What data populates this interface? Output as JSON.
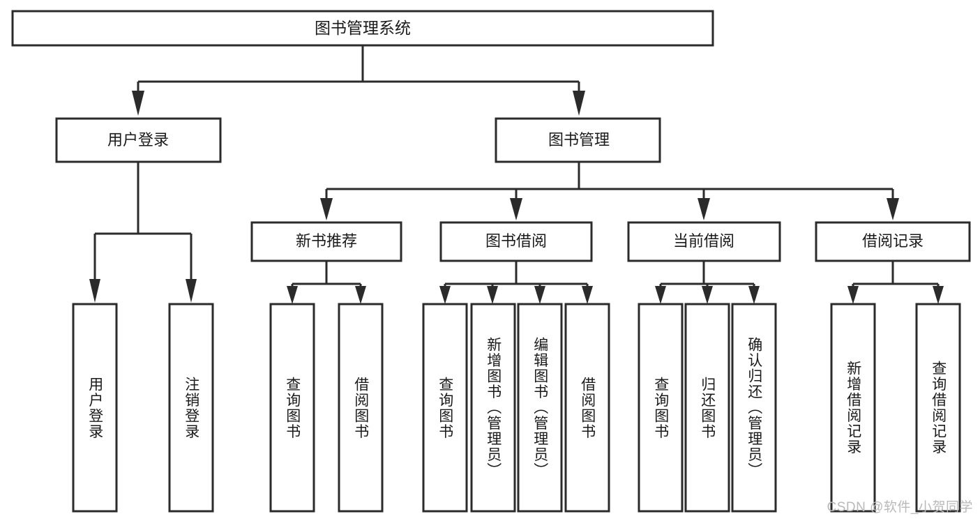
{
  "diagram": {
    "title": "图书管理系统",
    "type": "tree",
    "watermark": "CSDN @软件_小贺同学",
    "colors": {
      "stroke": "#2b2b2b",
      "box_fill": "#ffffff",
      "text": "#1a1a1a",
      "background": "#ffffff",
      "watermark": "#b9b9b9"
    },
    "levels": {
      "root": [
        "图书管理系统"
      ],
      "level2": [
        "用户登录",
        "图书管理"
      ],
      "level3": [
        "新书推荐",
        "图书借阅",
        "当前借阅",
        "借阅记录"
      ],
      "leaves": [
        "用户登录",
        "注销登录",
        "查询图书",
        "借阅图书",
        "查询图书",
        "新增图书（管理员）",
        "编辑图书（管理员）",
        "借阅图书",
        "查询图书",
        "归还图书",
        "确认归还（管理员）",
        "新增借阅记录",
        "查询借阅记录"
      ]
    },
    "nodes": {
      "root": {
        "label": "图书管理系统"
      },
      "user_login": {
        "label": "用户登录"
      },
      "book_manage": {
        "label": "图书管理"
      },
      "new_book_rec": {
        "label": "新书推荐"
      },
      "book_borrow": {
        "label": "图书借阅"
      },
      "current_borrow": {
        "label": "当前借阅"
      },
      "borrow_record": {
        "label": "借阅记录"
      },
      "leaf_user_login": {
        "label": "用户登录"
      },
      "leaf_logout": {
        "label": "注销登录"
      },
      "leaf_query_book_1": {
        "label": "查询图书"
      },
      "leaf_borrow_book_1": {
        "label": "借阅图书"
      },
      "leaf_query_book_2": {
        "label": "查询图书"
      },
      "leaf_add_book": {
        "label": "新增图书（管理员）"
      },
      "leaf_edit_book": {
        "label": "编辑图书（管理员）"
      },
      "leaf_borrow_book_2": {
        "label": "借阅图书"
      },
      "leaf_query_book_3": {
        "label": "查询图书"
      },
      "leaf_return_book": {
        "label": "归还图书"
      },
      "leaf_confirm_return": {
        "label": "确认归还（管理员）"
      },
      "leaf_add_record": {
        "label": "新增借阅记录"
      },
      "leaf_query_record": {
        "label": "查询借阅记录"
      }
    },
    "edges": [
      {
        "from": "root",
        "to": "user_login"
      },
      {
        "from": "root",
        "to": "book_manage"
      },
      {
        "from": "user_login",
        "to": "leaf_user_login"
      },
      {
        "from": "user_login",
        "to": "leaf_logout"
      },
      {
        "from": "book_manage",
        "to": "new_book_rec"
      },
      {
        "from": "book_manage",
        "to": "book_borrow"
      },
      {
        "from": "book_manage",
        "to": "current_borrow"
      },
      {
        "from": "book_manage",
        "to": "borrow_record"
      },
      {
        "from": "new_book_rec",
        "to": "leaf_query_book_1"
      },
      {
        "from": "new_book_rec",
        "to": "leaf_borrow_book_1"
      },
      {
        "from": "book_borrow",
        "to": "leaf_query_book_2"
      },
      {
        "from": "book_borrow",
        "to": "leaf_add_book"
      },
      {
        "from": "book_borrow",
        "to": "leaf_edit_book"
      },
      {
        "from": "book_borrow",
        "to": "leaf_borrow_book_2"
      },
      {
        "from": "current_borrow",
        "to": "leaf_query_book_3"
      },
      {
        "from": "current_borrow",
        "to": "leaf_return_book"
      },
      {
        "from": "current_borrow",
        "to": "leaf_confirm_return"
      },
      {
        "from": "borrow_record",
        "to": "leaf_add_record"
      },
      {
        "from": "borrow_record",
        "to": "leaf_query_record"
      }
    ]
  }
}
